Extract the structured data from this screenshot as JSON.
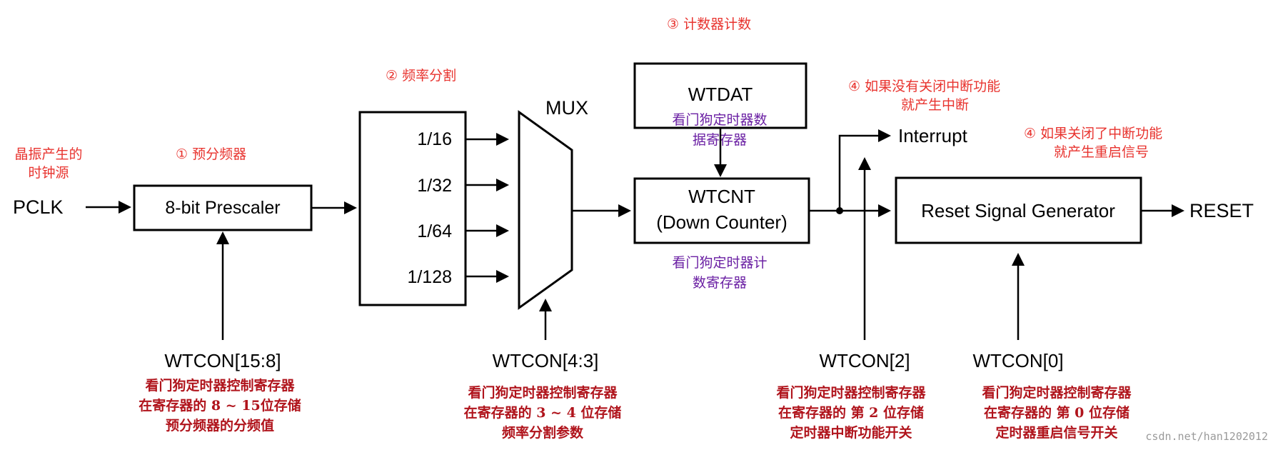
{
  "source_label": [
    "晶振产生的",
    "时钟源"
  ],
  "pclk": "PCLK",
  "prescaler": {
    "box_label": "8-bit Prescaler",
    "step_label": "① 预分频器",
    "control": "WTCON[15:8]",
    "notes": [
      "看门狗定时器控制寄存器",
      "在寄存器的 8 ~ 15位存储",
      "预分频器的分频值"
    ]
  },
  "divider": {
    "step_label": "② 频率分割",
    "ratios": [
      "1/16",
      "1/32",
      "1/64",
      "1/128"
    ]
  },
  "mux": {
    "label": "MUX",
    "control": "WTCON[4:3]",
    "notes": [
      "看门狗定时器控制寄存器",
      "在寄存器的 3 ~ 4 位存储",
      "频率分割参数"
    ]
  },
  "wtdat": {
    "title": "WTDAT",
    "notes": [
      "看门狗定时器数",
      "据寄存器"
    ]
  },
  "counter": {
    "step_label": "③ 计数器计数",
    "title": "WTCNT",
    "subtitle": "(Down Counter)",
    "notes": [
      "看门狗定时器计",
      "数寄存器"
    ]
  },
  "interrupt": {
    "label": "Interrupt",
    "step_label": [
      "④ 如果没有关闭中断功能",
      "就产生中断"
    ],
    "control": "WTCON[2]",
    "notes": [
      "看门狗定时器控制寄存器",
      "在寄存器的 第 2 位存储",
      "定时器中断功能开关"
    ]
  },
  "reset_gen": {
    "box_label": "Reset Signal Generator",
    "output": "RESET",
    "step_label": [
      "④ 如果关闭了中断功能",
      "就产生重启信号"
    ],
    "control": "WTCON[0]",
    "notes": [
      "看门狗定时器控制寄存器",
      "在寄存器的 第 0 位存储",
      "定时器重启信号开关"
    ]
  },
  "watermark": "csdn.net/han1202012",
  "colors": {
    "step_red": "#e8332e",
    "note_purple": "#6a1fa3",
    "note_darkred": "#b0141c",
    "line": "#000000"
  }
}
